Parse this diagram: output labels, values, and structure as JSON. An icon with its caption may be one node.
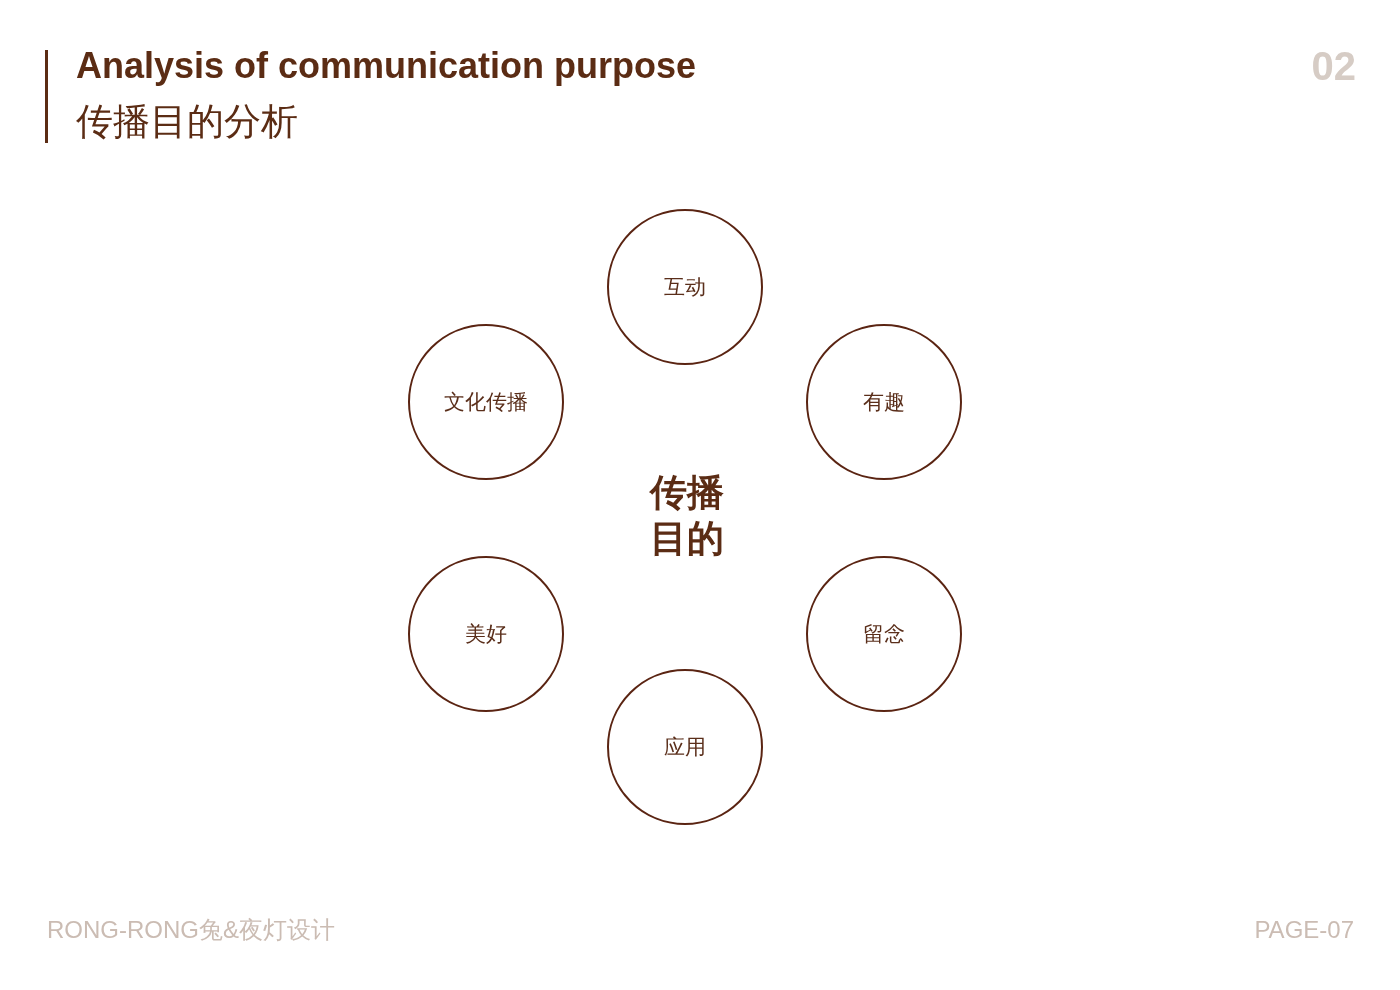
{
  "diagram": {
    "title": "Analysis of communication purpose",
    "nodes": [
      {
        "text": [
          "互动"
        ]
      },
      {
        "text": [
          "文化传播"
        ]
      },
      {
        "text": [
          "有趣"
        ]
      },
      {
        "text": [
          "美好"
        ]
      },
      {
        "text": [
          "留念"
        ]
      },
      {
        "text": [
          "应用"
        ]
      }
    ],
    "labels": [
      "传播目的分析",
      "02",
      "传播目的",
      "RONG-RONG兔&夜灯设计",
      "PAGE-07"
    ]
  }
}
